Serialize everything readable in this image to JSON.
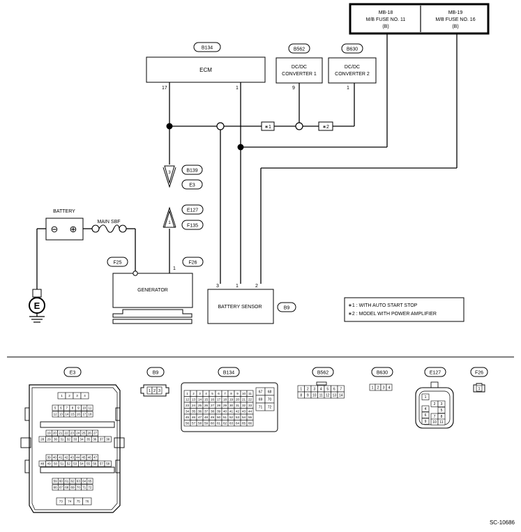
{
  "diagram": {
    "code": "SC-10686",
    "fuses": [
      {
        "id": "MB-18",
        "name": "M/B FUSE NO. 11",
        "tag": "(B)"
      },
      {
        "id": "MB-19",
        "name": "M/B FUSE NO. 16",
        "tag": "(B)"
      }
    ],
    "ecm": {
      "conn": "B134",
      "label": "ECM",
      "pin17": "17",
      "pin1": "1"
    },
    "dcdc1": {
      "conn": "B562",
      "line1": "DC/DC",
      "line2": "CONVERTER 1",
      "pin": "9"
    },
    "dcdc2": {
      "conn": "B630",
      "line1": "DC/DC",
      "line2": "CONVERTER 2",
      "pin": "1"
    },
    "notes": {
      "star1": "∗1",
      "star2": "∗2",
      "legend1": "∗1 : WITH AUTO START STOP",
      "legend2": "∗2 : MODEL WITH POWER AMPLIFIER"
    },
    "connector_b139": {
      "top": "B139",
      "bottom": "E3",
      "pin": "3"
    },
    "connector_e127": {
      "top": "E127",
      "bottom": "F135",
      "pin": "1"
    },
    "battery": {
      "label": "BATTERY",
      "minus": "⊖",
      "plus": "⊕"
    },
    "main_sbf": "MAIN SBF",
    "ground": "E",
    "generator": {
      "label": "GENERATOR",
      "conn_left": "F25",
      "conn_right": "F26",
      "pin": "1"
    },
    "battery_sensor": {
      "label": "BATTERY SENSOR",
      "conn": "B9",
      "pin3": "3",
      "pin1": "1",
      "pin2": "2"
    }
  },
  "connectors": {
    "e3": {
      "label": "E3",
      "rows": [
        [
          "1",
          "2",
          "3",
          "4"
        ],
        [
          "5",
          "6",
          "7",
          "8",
          "9",
          "10",
          "11"
        ],
        [
          "12",
          "13",
          "14",
          "15",
          "16",
          "17",
          "18"
        ],
        [
          "19",
          "20",
          "21",
          "22",
          "23",
          "24",
          "25",
          "26",
          "27"
        ],
        [
          "28",
          "29",
          "30",
          "31",
          "32",
          "33",
          "34",
          "35",
          "36",
          "37",
          "38"
        ],
        [
          "39",
          "40",
          "41",
          "42",
          "43",
          "44",
          "45",
          "46",
          "47"
        ],
        [
          "48",
          "49",
          "50",
          "51",
          "52",
          "53",
          "54",
          "55",
          "56",
          "57",
          "58"
        ],
        [
          "59",
          "60",
          "61",
          "62",
          "63",
          "64",
          "65"
        ],
        [
          "66",
          "67",
          "68",
          "69",
          "70",
          "71",
          "72"
        ],
        [
          "73",
          "74",
          "75",
          "76"
        ]
      ]
    },
    "b9": {
      "label": "B9",
      "pins": [
        "1",
        "2",
        "3"
      ]
    },
    "b134": {
      "label": "B134",
      "rows": [
        [
          "1",
          "2",
          "3",
          "4",
          "5",
          "6",
          "7",
          "8",
          "9",
          "10",
          "11"
        ],
        [
          "12",
          "13",
          "14",
          "15",
          "16",
          "17",
          "18",
          "19",
          "20",
          "21",
          "22"
        ],
        [
          "23",
          "24",
          "25",
          "26",
          "27",
          "28",
          "29",
          "30",
          "31",
          "32",
          "33"
        ],
        [
          "34",
          "35",
          "36",
          "37",
          "38",
          "39",
          "40",
          "41",
          "42",
          "43",
          "44"
        ],
        [
          "45",
          "46",
          "47",
          "48",
          "49",
          "50",
          "51",
          "52",
          "53",
          "54",
          "55"
        ],
        [
          "56",
          "57",
          "58",
          "59",
          "60",
          "61",
          "62",
          "63",
          "64",
          "65",
          "66"
        ]
      ],
      "side": [
        [
          "67",
          "68"
        ],
        [
          "69",
          "70"
        ],
        [
          "71",
          "72"
        ]
      ]
    },
    "b562": {
      "label": "B562",
      "rows": [
        [
          "1",
          "2",
          "3",
          "4",
          "5",
          "6",
          "7"
        ],
        [
          "8",
          "9",
          "10",
          "11",
          "12",
          "13",
          "14"
        ]
      ]
    },
    "b630": {
      "label": "B630",
      "pins": [
        "1",
        "2",
        "3",
        "4"
      ]
    },
    "e127": {
      "label": "E127",
      "rows": [
        [
          "1",
          ""
        ],
        [
          "2",
          "3"
        ],
        [
          "4",
          "5"
        ],
        [
          "6",
          ""
        ],
        [
          "7",
          "8"
        ],
        [
          "9",
          ""
        ],
        [
          "10",
          "11"
        ]
      ]
    },
    "f26": {
      "label": "F26",
      "pins": [
        "1"
      ]
    }
  }
}
